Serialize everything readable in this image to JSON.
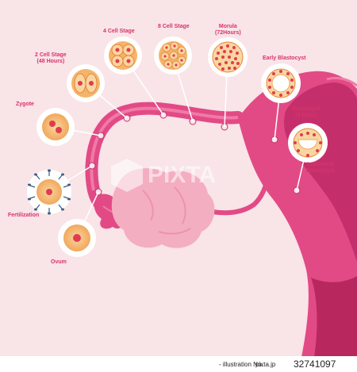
{
  "labels": {
    "fertilization": "Fertilization",
    "zygote": "Zygote",
    "ovum": "Ovum",
    "two_cell": "2 Cell Stage",
    "two_cell_sub": "(48 Hours)",
    "four_cell": "4 Cell Stage",
    "eight_cell": "8 Cell Stage",
    "morula": "Morula",
    "morula_sub": "(72Hours)",
    "early_blastocyst": "Early Blastocyst",
    "blastocyst": "Blastocyst",
    "blastocyst_sub": "(4 Days)",
    "implanted": "Implanted",
    "implanted_sub": "Blastocyst"
  },
  "watermark": {
    "brand": "PIXTA"
  },
  "footer": {
    "site": "pixta.jp",
    "id_prefix": "- illustration No.",
    "image_id": "32741097"
  },
  "colors": {
    "background": "#f9e4e8",
    "uterus": "#e24a86",
    "uterus_dark": "#c42f6b",
    "uterus_light": "#f07aa6",
    "ovary": "#f4aec1",
    "label": "#d8336a",
    "ovum_outer": "#f7c27c",
    "ovum_inner": "#e8863a",
    "nucleus": "#e03c4f"
  }
}
